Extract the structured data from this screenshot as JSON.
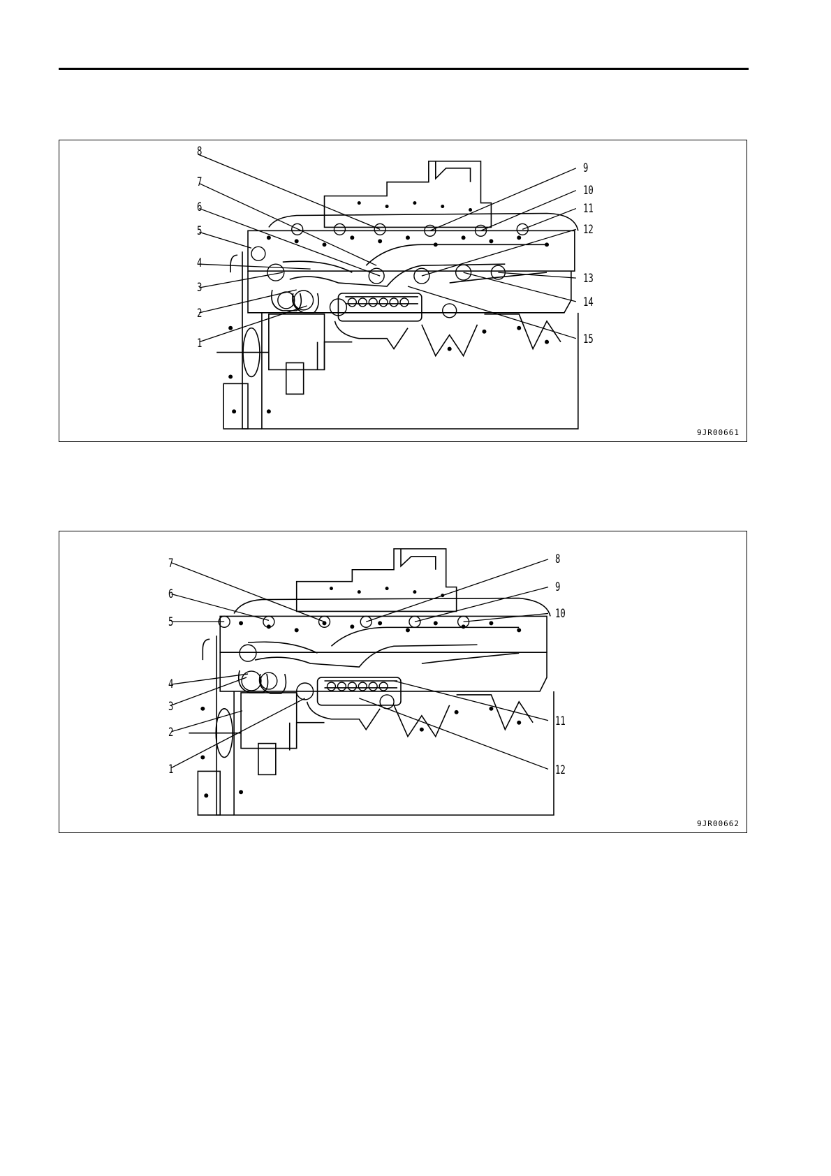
{
  "figures": [
    {
      "code": "9JR00661",
      "labels": [
        "1",
        "2",
        "3",
        "4",
        "5",
        "6",
        "7",
        "8",
        "9",
        "10",
        "11",
        "12",
        "13",
        "14",
        "15"
      ]
    },
    {
      "code": "9JR00662",
      "labels": [
        "1",
        "2",
        "3",
        "4",
        "5",
        "6",
        "7",
        "8",
        "9",
        "10",
        "11",
        "12"
      ]
    }
  ]
}
